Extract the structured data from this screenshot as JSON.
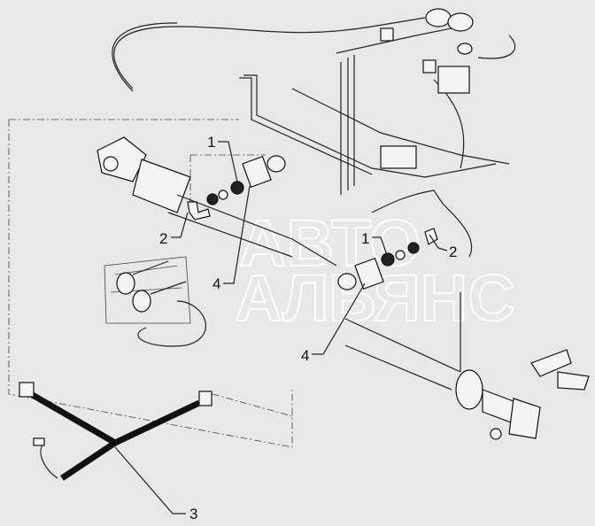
{
  "diagram": {
    "callouts": [
      {
        "id": "callout-1-left",
        "label": "1"
      },
      {
        "id": "callout-2-left",
        "label": "2"
      },
      {
        "id": "callout-4-left",
        "label": "4"
      },
      {
        "id": "callout-1-right",
        "label": "1"
      },
      {
        "id": "callout-2-right",
        "label": "2"
      },
      {
        "id": "callout-4-right",
        "label": "4"
      },
      {
        "id": "callout-3",
        "label": "3"
      }
    ],
    "watermark": {
      "line1": "АВТО",
      "line2": "АЛЬЯНС"
    }
  }
}
